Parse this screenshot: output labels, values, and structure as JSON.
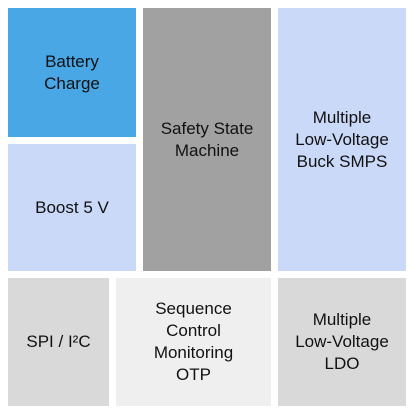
{
  "blocks": {
    "battery_charge": {
      "label": "Battery\nCharge",
      "color": "#4aa7e6"
    },
    "boost": {
      "label": "Boost 5 V",
      "color": "#c9d9f7"
    },
    "safety_state_machine": {
      "label": "Safety State\nMachine",
      "color": "#a1a1a1"
    },
    "buck_smps": {
      "label": "Multiple\nLow-Voltage\nBuck SMPS",
      "color": "#c9d9f7"
    },
    "spi_i2c": {
      "label": "SPI / I²C",
      "color": "#d9d9d9"
    },
    "sequence_control": {
      "label": "Sequence\nControl\nMonitoring\nOTP",
      "color": "#efefef"
    },
    "ldo": {
      "label": "Multiple\nLow-Voltage\nLDO",
      "color": "#d9d9d9"
    }
  }
}
